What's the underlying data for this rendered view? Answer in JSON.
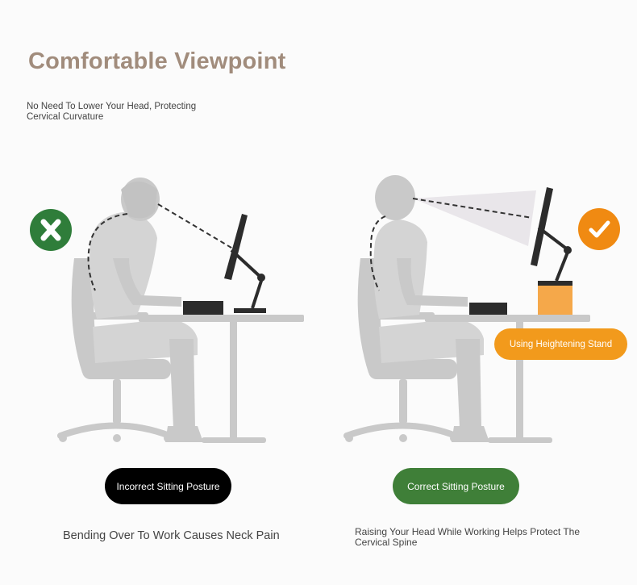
{
  "header": {
    "title": "Comfortable Viewpoint",
    "subtitle": "No Need To Lower Your Head, Protecting Cervical Curvature"
  },
  "left_panel": {
    "button_label": "Incorrect Sitting Posture",
    "caption": "Bending Over To Work Causes Neck Pain",
    "badge_icon": "x-icon"
  },
  "right_panel": {
    "button_label": "Correct Sitting Posture",
    "caption": "Raising Your Head While Working Helps Protect The Cervical Spine",
    "stand_label": "Using Heightening Stand",
    "badge_icon": "check-icon"
  },
  "colors": {
    "title": "#a18c7c",
    "incorrect": "#000000",
    "correct": "#3f7f38",
    "x_badge": "#2f7d3a",
    "check_badge": "#f08a12",
    "stand": "#f29a1c",
    "figure": "#c8c8c8"
  }
}
